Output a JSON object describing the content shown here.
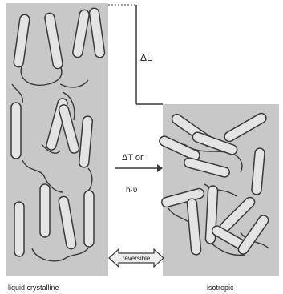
{
  "labels": {
    "delta_l": "ΔL",
    "stimulus_line1": "ΔT or",
    "stimulus_line2": "h·υ",
    "reversible": "reversible",
    "left_panel": "liquid crystalline",
    "right_panel": "isotropic"
  },
  "colors": {
    "panel_fill": "#c8c8c8",
    "rod_fill": "#e4e4e4",
    "stroke": "#3a3a3a",
    "arrow_fill": "#eeeeee"
  },
  "icons": {
    "double_arrow": "double-headed-arrow-icon",
    "stimulus_arrow": "right-arrow-icon"
  }
}
